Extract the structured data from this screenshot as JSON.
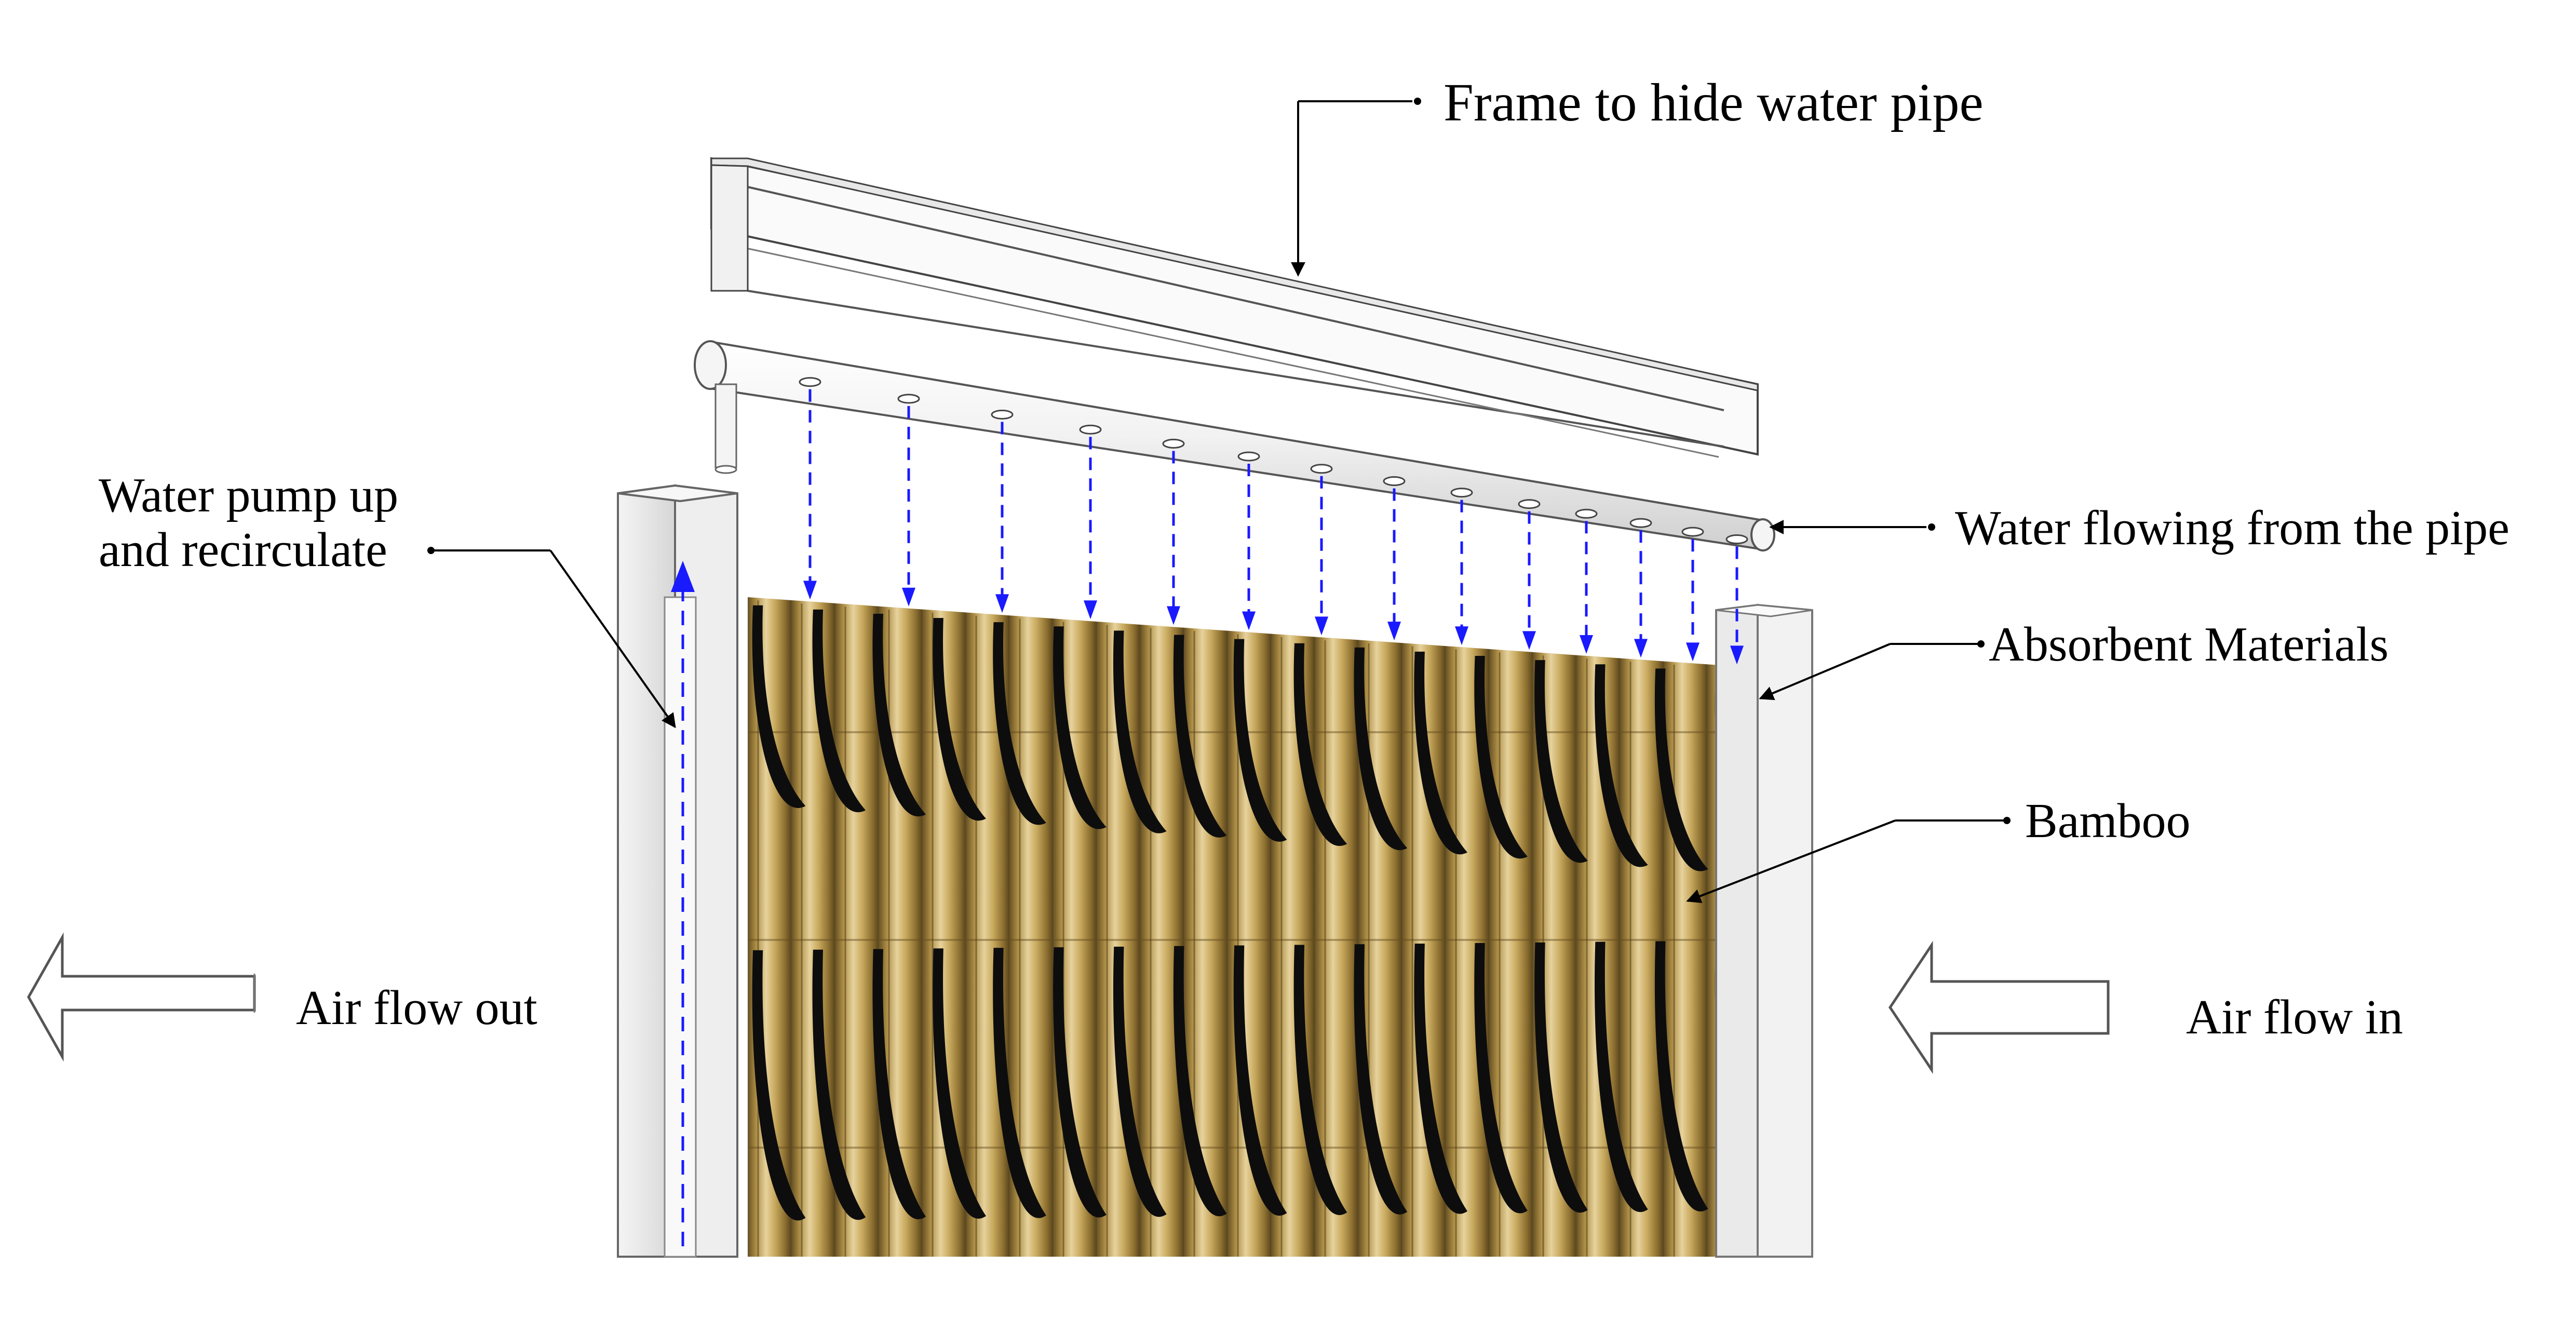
{
  "labels": {
    "frame": "Frame to hide water pipe",
    "water_pipe": "Water flowing from the pipe",
    "pump_line1": "Water pump up",
    "pump_line2": "and recirculate",
    "absorbent": "Absorbent Materials",
    "bamboo": "Bamboo",
    "air_out": "Air flow out",
    "air_in": "Air flow in"
  },
  "colors": {
    "water_flow": "#1a1aff",
    "bamboo_light": "#e2c98c",
    "bamboo_dark": "#6b5320",
    "absorbent": "#c49f6c",
    "frame": "#ededed",
    "clip": "#0d0d0d"
  }
}
